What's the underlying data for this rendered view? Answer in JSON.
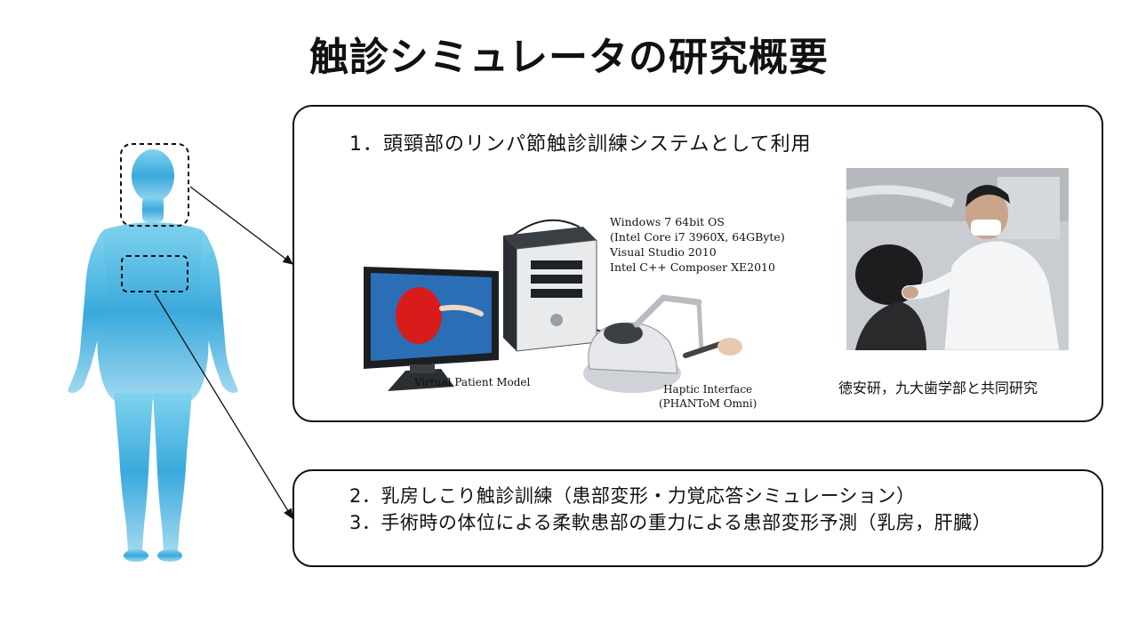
{
  "title": "触診シミュレータの研究概要",
  "box1": {
    "heading": "1．頭頸部のリンパ節触診訓練システムとして利用",
    "specs": [
      "Windows 7 64bit OS",
      "(Intel Core i7 3960X, 64GByte)",
      "Visual Studio 2010",
      "Intel C++ Composer XE2010"
    ],
    "caption_model": "Virtual Patient Model",
    "caption_haptic_line1": "Haptic Interface",
    "caption_haptic_line2": "(PHANToM Omni)",
    "photo_caption": "徳安研，九大歯学部と共同研究"
  },
  "box2": {
    "items": [
      "2．乳房しこり触診訓練（患部変形・力覚応答シミュレーション）",
      "3．手術時の体位による柔軟患部の重力による患部変形予測（乳房，肝臓）"
    ]
  },
  "colors": {
    "figure_top": "#7fd3ee",
    "figure_bottom": "#1f8fc8",
    "border": "#111111"
  }
}
